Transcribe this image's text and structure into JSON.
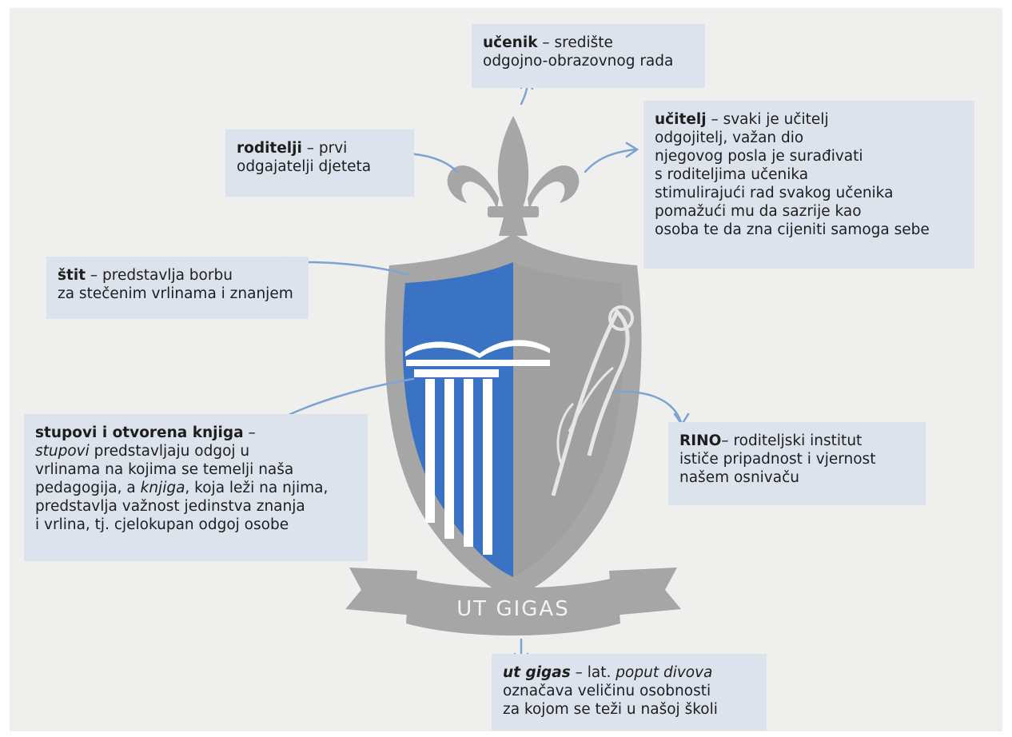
{
  "colors": {
    "shield_blue": "#3a73c4",
    "shield_gray": "#a6a6a6",
    "box_bg": "#dde3ec",
    "arrow": "#7ea3d3",
    "background": "#efefed"
  },
  "motto": "UT GIGAS",
  "boxes": {
    "ucenik": {
      "term": "učenik",
      "lines": [
        " – središte",
        "odgojno-obrazovnog rada"
      ]
    },
    "roditelji": {
      "term": "roditelji",
      "lines": [
        " – prvi",
        "odgajatelji djeteta"
      ]
    },
    "ucitelj": {
      "term": "učitelj",
      "lines": [
        " – svaki je učitelj",
        "odgojitelj, važan dio",
        "njegovog posla je surađivati",
        "s roditeljima učenika",
        "stimulirajući rad svakog učenika",
        "pomažući mu da sazrije kao",
        "osoba te da zna cijeniti samoga sebe"
      ]
    },
    "stit": {
      "term": "štit",
      "lines": [
        " – predstavlja borbu",
        "za stečenim vrlinama i znanjem"
      ]
    },
    "stupovi": {
      "term": "stupovi i otvorena knjiga",
      "dash": " –",
      "l2_em": "stupovi",
      "l2": " predstavljaju odgoj u",
      "l3": "vrlinama na kojima se temelji naša",
      "l4_a": "pedagogija, a ",
      "l4_em": "knjiga",
      "l4_b": ", koja leži na njima,",
      "l5": "predstavlja važnost jedinstva znanja",
      "l6": "i vrlina, tj. cjelokupan odgoj osobe"
    },
    "rino": {
      "term": "RINO",
      "lines": [
        "– roditeljski institut",
        "ističe pripadnost i vjernost",
        "našem osnivaču"
      ]
    },
    "ut_gigas": {
      "term": "ut gigas",
      "l1": " – lat. ",
      "l1_em": "poput divova",
      "lines": [
        "označava veličinu osobnosti",
        "za kojom se teži u našoj školi"
      ]
    }
  }
}
